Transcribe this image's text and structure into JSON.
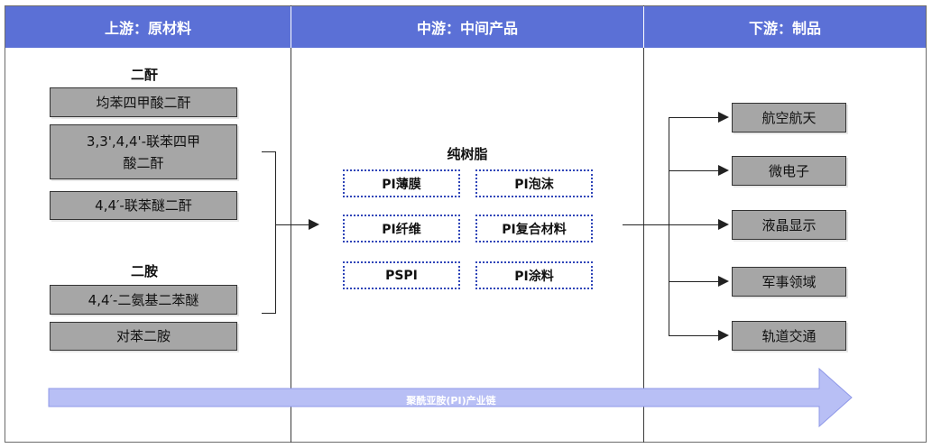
{
  "headers": {
    "upstream": "上游：原材料",
    "midstream": "中游：中间产品",
    "downstream": "下游：制品"
  },
  "upstream": {
    "dianhydride_title": "二酐",
    "dianhydrides": [
      "均苯四甲酸二酐",
      "3,3',4,4'-联苯四甲",
      "酸二酐",
      "4,4′-联苯醚二酐"
    ],
    "diamine_title": "二胺",
    "diamines": [
      "4,4′-二氨基二苯醚",
      "对苯二胺"
    ]
  },
  "midstream": {
    "title": "纯树脂",
    "products": [
      "PI薄膜",
      "PI泡沫",
      "PI纤维",
      "PI复合材料",
      "PSPI",
      "PI涂料"
    ]
  },
  "downstream": {
    "items": [
      "航空航天",
      "微电子",
      "液晶显示",
      "军事领域",
      "轨道交通"
    ]
  },
  "chain_label": "聚酰亚胺(PI)产业链",
  "colors": {
    "header_bg": "#5b70d6",
    "gray_box": "#a6a6a6",
    "dotted_border": "#2f45b8",
    "chain_arrow": "#b8bff5"
  }
}
